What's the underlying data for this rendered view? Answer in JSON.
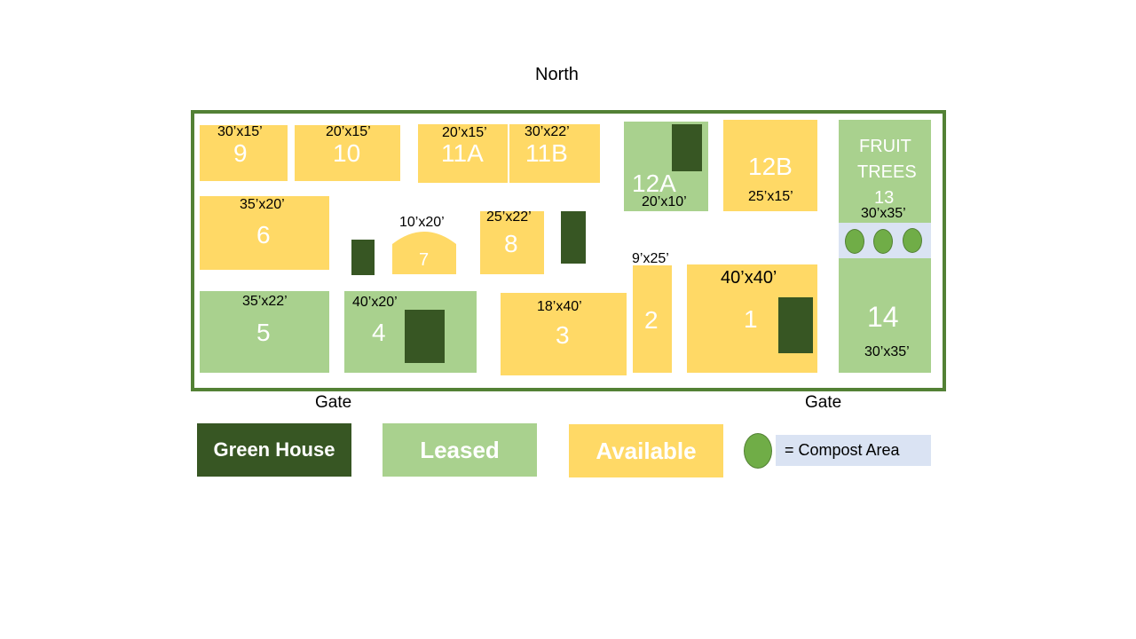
{
  "labels": {
    "north": "North",
    "gate_left": "Gate",
    "gate_right": "Gate"
  },
  "plots": {
    "p9": {
      "id": "9",
      "size": "30’x15’",
      "status": "available"
    },
    "p10": {
      "id": "10",
      "size": "20’x15’",
      "status": "available"
    },
    "p11a": {
      "id": "11A",
      "size": "20’x15’",
      "status": "available"
    },
    "p11b": {
      "id": "11B",
      "size": "30’x22’",
      "status": "available"
    },
    "p12a": {
      "id": "12A",
      "size": "20’x10’",
      "status": "leased"
    },
    "p12b": {
      "id": "12B",
      "size": "25’x15’",
      "status": "available"
    },
    "p13": {
      "id": "13",
      "title_line1": "FRUIT",
      "title_line2": "TREES",
      "size": "30’x35’",
      "status": "leased"
    },
    "p6": {
      "id": "6",
      "size": "35’x20’",
      "status": "available"
    },
    "p7": {
      "id": "7",
      "size": "10’x20’",
      "status": "available"
    },
    "p8": {
      "id": "8",
      "size": "25’x22’",
      "status": "available"
    },
    "p2": {
      "id": "2",
      "size": "9’x25’",
      "status": "available"
    },
    "p1": {
      "id": "1",
      "size": "40’x40’",
      "status": "available"
    },
    "p14": {
      "id": "14",
      "size": "30’x35’",
      "status": "leased"
    },
    "p5": {
      "id": "5",
      "size": "35’x22’",
      "status": "leased"
    },
    "p4": {
      "id": "4",
      "size": "40’x20’",
      "status": "leased"
    },
    "p3": {
      "id": "3",
      "size": "18’x40’",
      "status": "available"
    }
  },
  "legend": {
    "green_house": "Green House",
    "leased": "Leased",
    "available": "Available",
    "compost": "= Compost Area"
  },
  "colors": {
    "available": "#FFD966",
    "leased": "#A9D18E",
    "green_house": "#375623",
    "frame": "#538135",
    "compost": "#70AD47",
    "compost_bg": "#DAE3F3"
  }
}
